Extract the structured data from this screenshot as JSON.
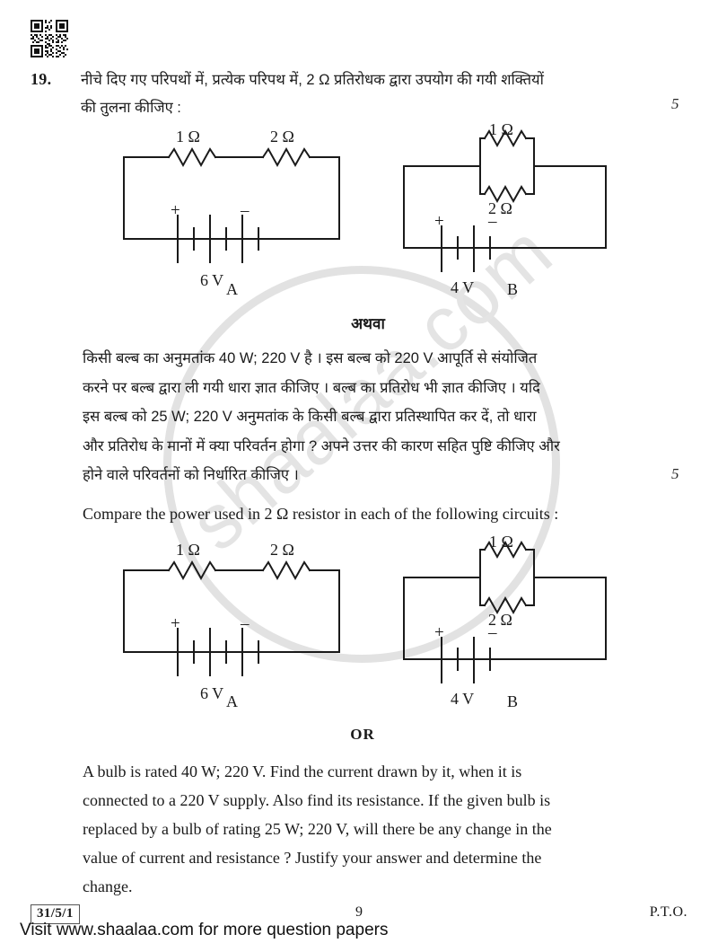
{
  "header": {
    "qr_icon": "qr-code-icon"
  },
  "question": {
    "number": "19.",
    "hindi_line_1": "नीचे दिए गए परिपथों में, प्रत्येक परिपथ में, 2 Ω प्रतिरोधक द्वारा उपयोग की गयी शक्तियों",
    "hindi_line_2": "की तुलना कीजिए :",
    "marks_first": "5",
    "marks_second": "5"
  },
  "alternatives": {
    "hindi_or": "अथवा",
    "english_or": "OR"
  },
  "hindi_alt_paragraph": {
    "line_1": "किसी बल्ब का अनुमतांक 40 W; 220 V है । इस बल्ब को 220 V आपूर्ति से संयोजित",
    "line_2": "करने पर बल्ब द्वारा ली गयी धारा ज्ञात कीजिए । बल्ब का प्रतिरोध भी ज्ञात कीजिए । यदि",
    "line_3": "इस बल्ब को 25 W; 220 V अनुमतांक के किसी बल्ब द्वारा प्रतिस्थापित कर दें, तो धारा",
    "line_4": "और प्रतिरोध के मानों में क्या परिवर्तन होगा ? अपने उत्तर की कारण सहित पुष्टि कीजिए और",
    "line_5": "होने वाले परिवर्तनों को निर्धारित कीजिए ।"
  },
  "english_question": {
    "compare_line": "Compare the power used in 2 Ω resistor in each of the following circuits :"
  },
  "english_alt_paragraph": {
    "line_1": "A bulb is rated 40 W; 220 V. Find the current drawn by it, when it is",
    "line_2": "connected to a 220 V supply. Also find its resistance. If the given bulb is",
    "line_3": "replaced by a bulb of rating 25 W; 220 V, will there be any change in the",
    "line_4": "value of current and resistance ? Justify your answer and determine the",
    "line_5": "change."
  },
  "circuits": {
    "top": {
      "a": {
        "caption": "A",
        "resistor_1": "1 Ω",
        "resistor_2": "2 Ω",
        "battery_voltage": "6 V",
        "terminal_positive": "+",
        "terminal_negative": "–",
        "topology": "series"
      },
      "b": {
        "caption": "B",
        "resistor_1": "1 Ω",
        "resistor_2": "2 Ω",
        "battery_voltage": "4 V",
        "terminal_positive": "+",
        "terminal_negative": "–",
        "topology": "parallel"
      }
    },
    "bottom": {
      "a": {
        "caption": "A",
        "resistor_1": "1 Ω",
        "resistor_2": "2 Ω",
        "battery_voltage": "6 V",
        "terminal_positive": "+",
        "terminal_negative": "–",
        "topology": "series"
      },
      "b": {
        "caption": "B",
        "resistor_1": "1 Ω",
        "resistor_2": "2 Ω",
        "battery_voltage": "4 V",
        "terminal_positive": "+",
        "terminal_negative": "–",
        "topology": "parallel"
      }
    }
  },
  "watermark": {
    "text": "shaalaa.com"
  },
  "footer": {
    "paper_code": "31/5/1",
    "page_number": "9",
    "pto": "P.T.O.",
    "site_banner": "Visit www.shaalaa.com for more question papers"
  }
}
